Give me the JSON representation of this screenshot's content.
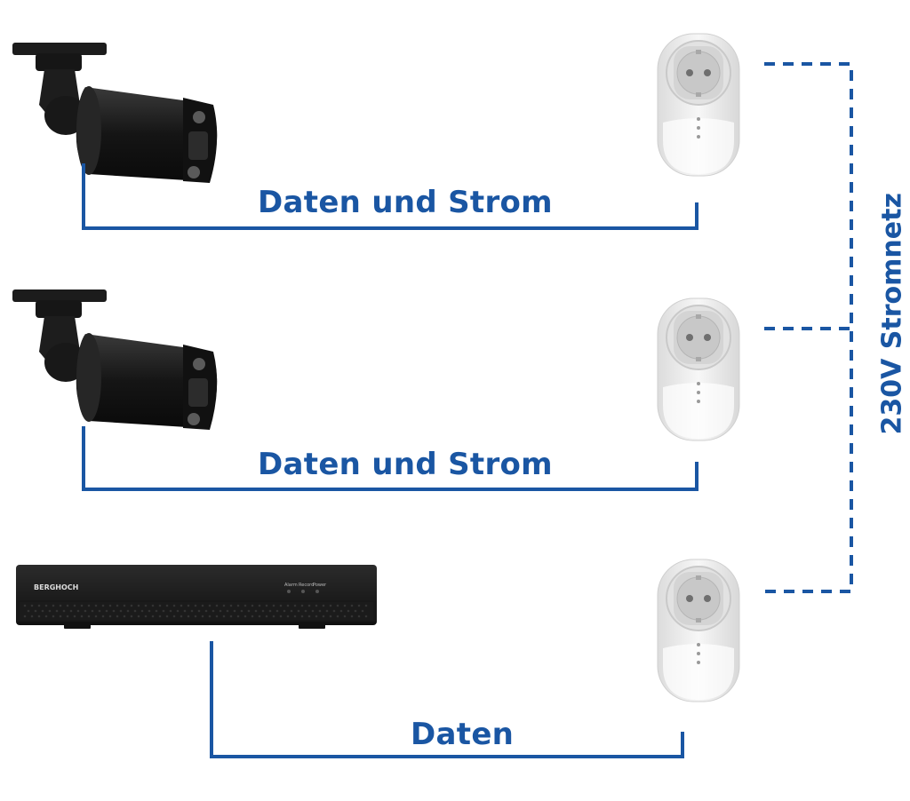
{
  "labels": {
    "camera1_link": "Daten und Strom",
    "camera2_link": "Daten und Strom",
    "recorder_link": "Daten",
    "power_grid": "230V Stromnetz"
  },
  "recorder": {
    "brand": "BERGHOCH",
    "indicator_labels": [
      "Alarm",
      "Record",
      "Power"
    ]
  },
  "colors": {
    "line": "#1a56a3",
    "device_dark": "#1a1a1a",
    "plug_body": "#ececec"
  },
  "icons": [
    "bullet-camera-icon",
    "bullet-camera-icon",
    "network-video-recorder-icon",
    "smart-plug-icon",
    "smart-plug-icon",
    "smart-plug-icon"
  ]
}
